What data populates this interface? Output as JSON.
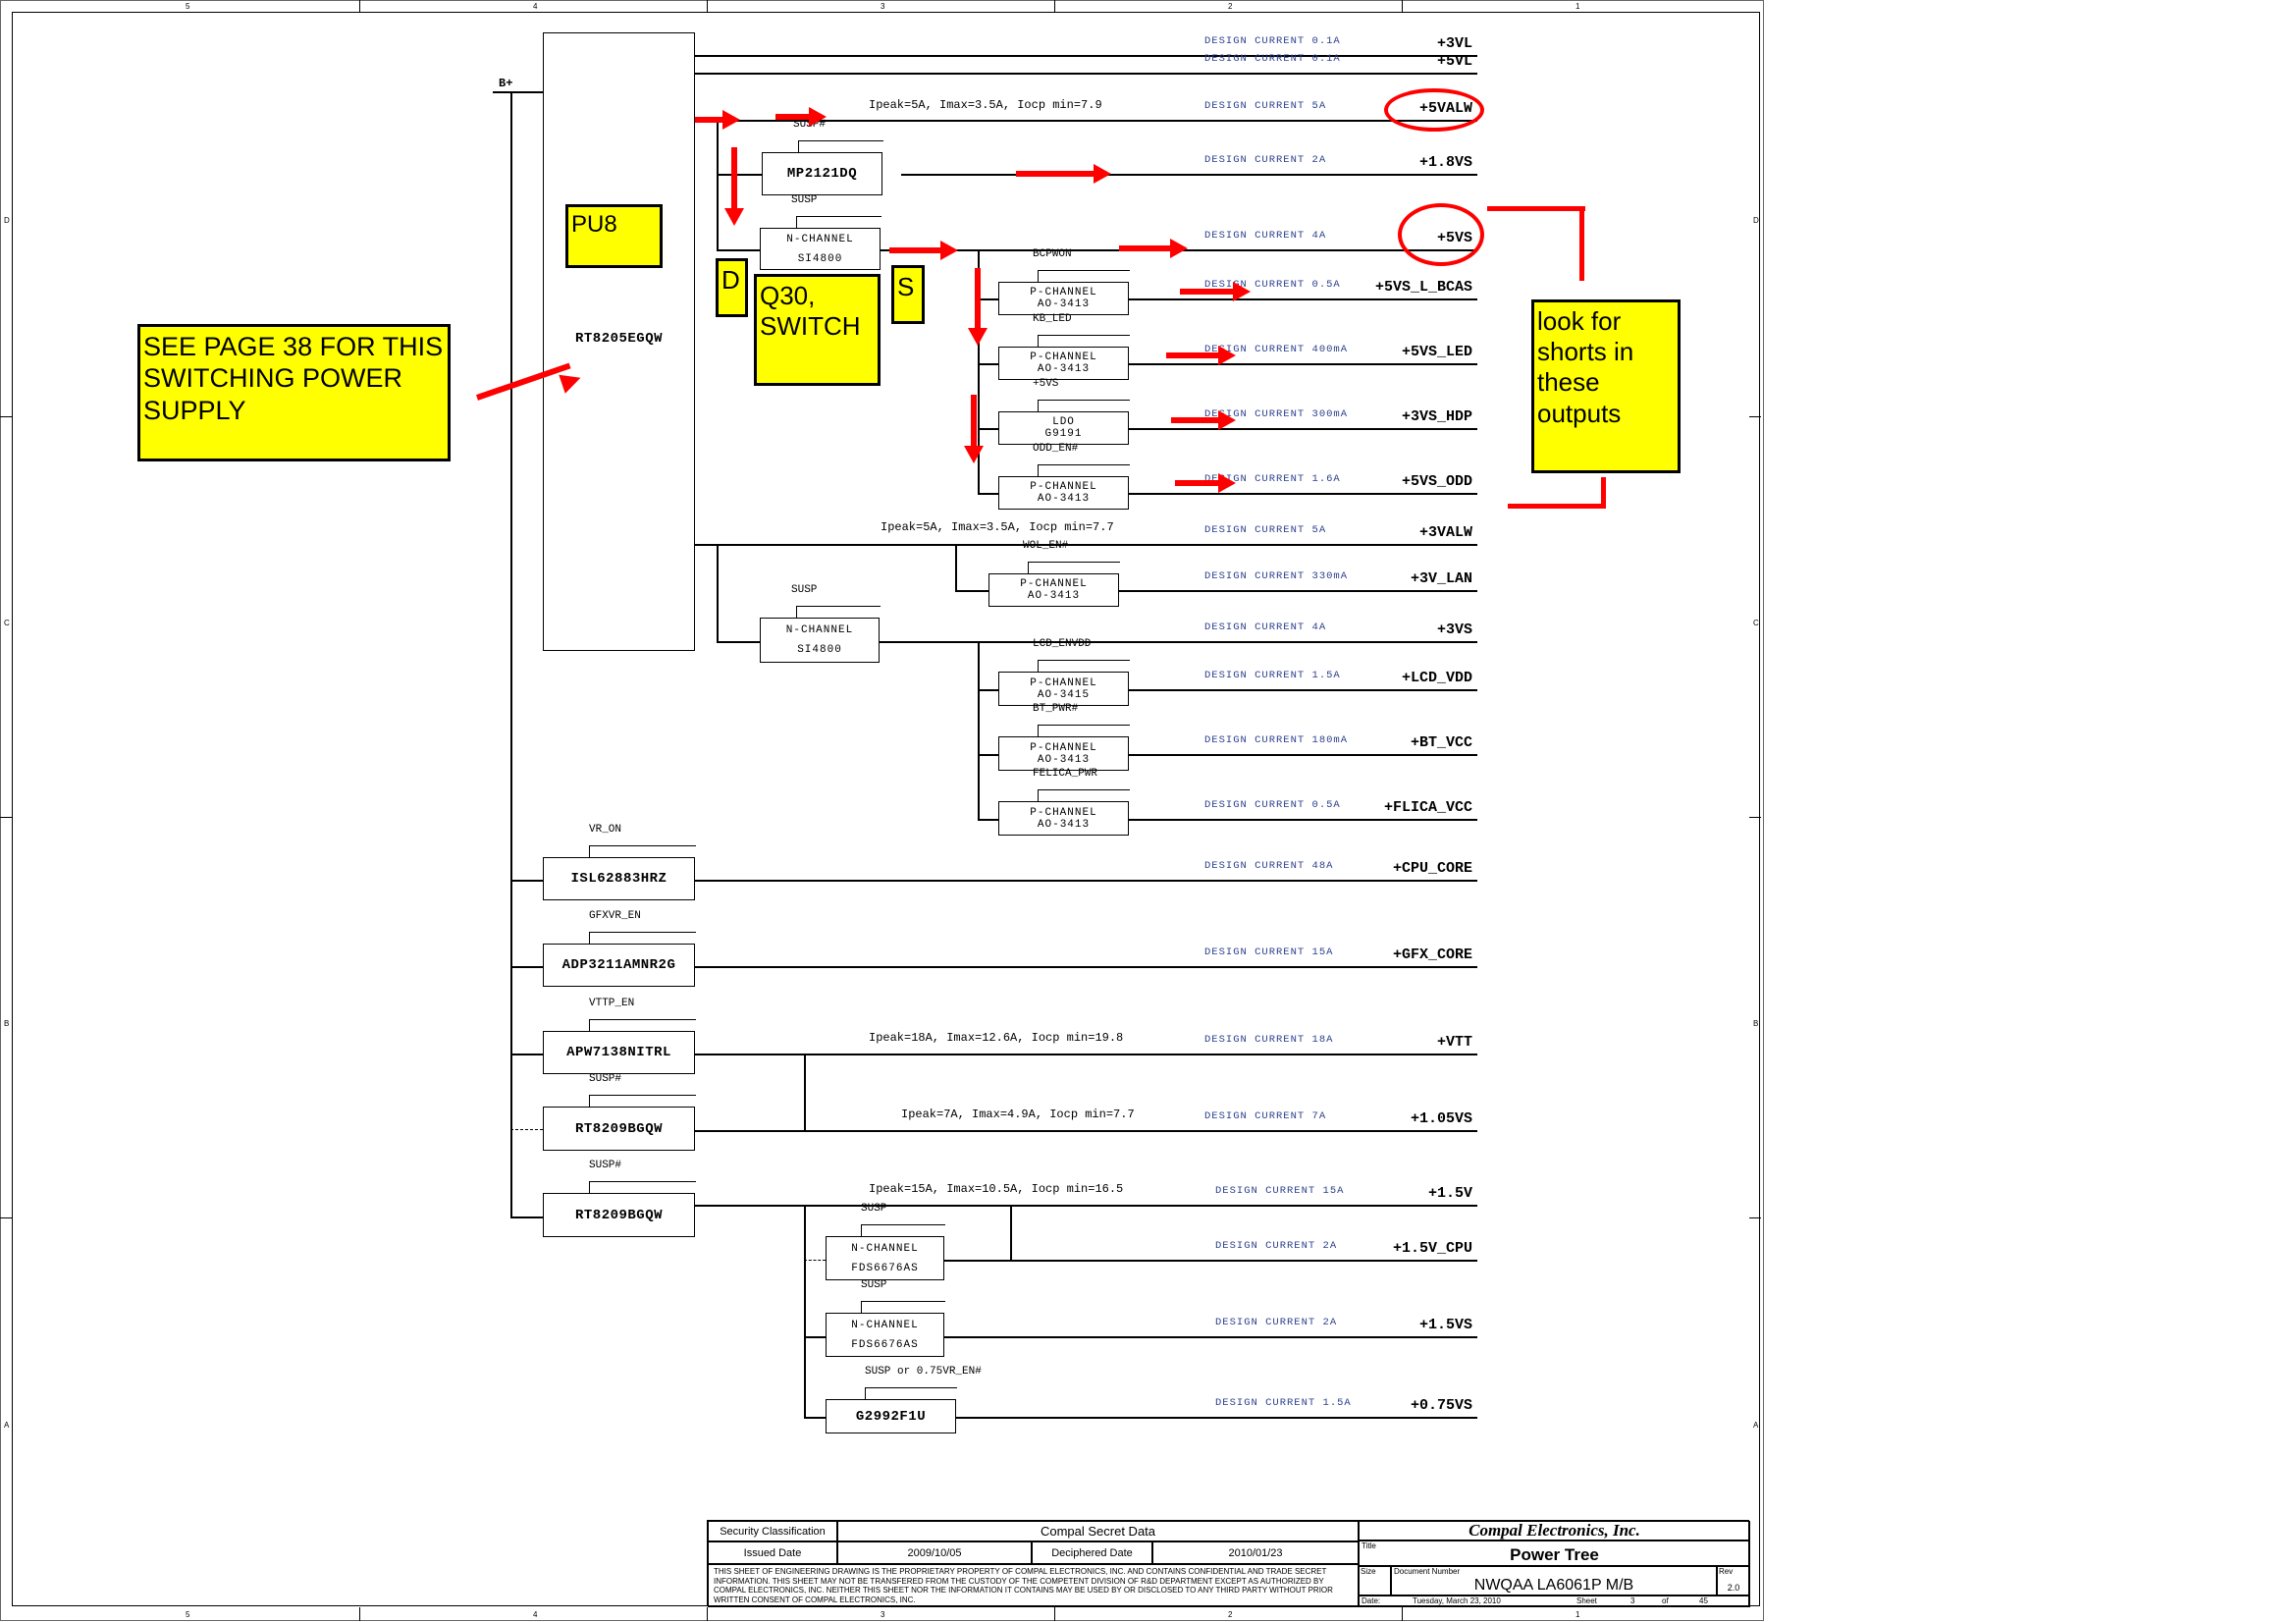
{
  "power_source": "B+",
  "rails": [
    {
      "net": "+3VL",
      "design_current": "DESIGN CURRENT 0.1A"
    },
    {
      "net": "+5VL",
      "design_current": "DESIGN CURRENT 0.1A"
    },
    {
      "net": "+5VALW",
      "design_current": "DESIGN CURRENT 5A"
    },
    {
      "net": "+1.8VS",
      "design_current": "DESIGN CURRENT 2A"
    },
    {
      "net": "+5VS",
      "design_current": "DESIGN CURRENT 4A"
    },
    {
      "net": "+5VS_L_BCAS",
      "design_current": "DESIGN CURRENT 0.5A"
    },
    {
      "net": "+5VS_LED",
      "design_current": "DESIGN CURRENT 400mA"
    },
    {
      "net": "+3VS_HDP",
      "design_current": "DESIGN CURRENT 300mA"
    },
    {
      "net": "+5VS_ODD",
      "design_current": "DESIGN CURRENT 1.6A"
    },
    {
      "net": "+3VALW",
      "design_current": "DESIGN CURRENT 5A"
    },
    {
      "net": "+3V_LAN",
      "design_current": "DESIGN CURRENT 330mA"
    },
    {
      "net": "+3VS",
      "design_current": "DESIGN CURRENT 4A"
    },
    {
      "net": "+LCD_VDD",
      "design_current": "DESIGN CURRENT 1.5A"
    },
    {
      "net": "+BT_VCC",
      "design_current": "DESIGN CURRENT 180mA"
    },
    {
      "net": "+FLICA_VCC",
      "design_current": "DESIGN CURRENT 0.5A"
    },
    {
      "net": "+CPU_CORE",
      "design_current": "DESIGN CURRENT 48A"
    },
    {
      "net": "+GFX_CORE",
      "design_current": "DESIGN CURRENT 15A"
    },
    {
      "net": "+VTT",
      "design_current": "DESIGN CURRENT 18A"
    },
    {
      "net": "+1.05VS",
      "design_current": "DESIGN CURRENT 7A"
    },
    {
      "net": "+1.5V",
      "design_current": "DESIGN CURRENT 15A"
    },
    {
      "net": "+1.5V_CPU",
      "design_current": "DESIGN CURRENT 2A"
    },
    {
      "net": "+1.5VS",
      "design_current": "DESIGN CURRENT 2A"
    },
    {
      "net": "+0.75VS",
      "design_current": "DESIGN CURRENT 1.5A"
    }
  ],
  "ipeak_notes": [
    "Ipeak=5A, Imax=3.5A, Iocp min=7.9",
    "Ipeak=5A, Imax=3.5A, Iocp min=7.7",
    "Ipeak=18A, Imax=12.6A, Iocp min=19.8",
    "Ipeak=7A, Imax=4.9A, Iocp min=7.7",
    "Ipeak=15A, Imax=10.5A, Iocp min=16.5"
  ],
  "components": [
    {
      "lines": [
        "RT8205EGQW"
      ],
      "enable": null
    },
    {
      "lines": [
        "MP2121DQ"
      ],
      "enable": "SUSP#"
    },
    {
      "lines": [
        "N-CHANNEL",
        "SI4800"
      ],
      "enable": "SUSP"
    },
    {
      "lines": [
        "P-CHANNEL",
        "AO-3413"
      ],
      "enable": "BCPWON"
    },
    {
      "lines": [
        "P-CHANNEL",
        "AO-3413"
      ],
      "enable": "KB_LED"
    },
    {
      "lines": [
        "LDO",
        "G9191"
      ],
      "enable": "+5VS"
    },
    {
      "lines": [
        "P-CHANNEL",
        "AO-3413"
      ],
      "enable": "ODD_EN#"
    },
    {
      "lines": [
        "P-CHANNEL",
        "AO-3413"
      ],
      "enable": "WOL_EN#"
    },
    {
      "lines": [
        "N-CHANNEL",
        "SI4800"
      ],
      "enable": "SUSP"
    },
    {
      "lines": [
        "P-CHANNEL",
        "AO-3415"
      ],
      "enable": "LCD_ENVDD"
    },
    {
      "lines": [
        "P-CHANNEL",
        "AO-3413"
      ],
      "enable": "BT_PWR#"
    },
    {
      "lines": [
        "P-CHANNEL",
        "AO-3413"
      ],
      "enable": "FELICA_PWR"
    },
    {
      "lines": [
        "ISL62883HRZ"
      ],
      "enable": "VR_ON"
    },
    {
      "lines": [
        "ADP3211AMNR2G"
      ],
      "enable": "GFXVR_EN"
    },
    {
      "lines": [
        "APW7138NITRL"
      ],
      "enable": "VTTP_EN"
    },
    {
      "lines": [
        "RT8209BGQW"
      ],
      "enable": "SUSP#"
    },
    {
      "lines": [
        "RT8209BGQW"
      ],
      "enable": "SUSP#"
    },
    {
      "lines": [
        "N-CHANNEL",
        "FDS6676AS"
      ],
      "enable": "SUSP"
    },
    {
      "lines": [
        "N-CHANNEL",
        "FDS6676AS"
      ],
      "enable": "SUSP"
    },
    {
      "lines": [
        "G2992F1U"
      ],
      "enable": "SUSP or 0.75VR_EN#"
    }
  ],
  "annotations": {
    "pu8": "PU8",
    "drain": "D",
    "source": "S",
    "q30": "Q30, SWITCH",
    "see_page": "SEE PAGE 38 FOR THIS SWITCHING POWER SUPPLY",
    "look_for": "look for shorts in these outputs"
  },
  "zones": {
    "columns": [
      "5",
      "4",
      "3",
      "2",
      "1"
    ],
    "rows": [
      "D",
      "C",
      "B",
      "A"
    ]
  },
  "title_block": {
    "security_label": "Security Classification",
    "security_value": "Compal Secret Data",
    "issued_label": "Issued Date",
    "issued_value": "2009/10/05",
    "deciphered_label": "Deciphered Date",
    "deciphered_value": "2010/01/23",
    "disclaimer": "THIS SHEET OF ENGINEERING DRAWING IS THE PROPRIETARY PROPERTY OF COMPAL ELECTRONICS, INC. AND CONTAINS CONFIDENTIAL AND TRADE SECRET INFORMATION. THIS SHEET MAY NOT BE TRANSFERED FROM THE CUSTODY OF THE COMPETENT DIVISION OF R&D DEPARTMENT EXCEPT AS AUTHORIZED BY COMPAL ELECTRONICS, INC. NEITHER THIS SHEET NOR THE INFORMATION IT CONTAINS MAY BE USED BY OR DISCLOSED TO ANY THIRD PARTY WITHOUT PRIOR WRITTEN CONSENT OF COMPAL ELECTRONICS, INC.",
    "company": "Compal Electronics, Inc.",
    "title_label": "Title",
    "title": "Power Tree",
    "size_label": "Size",
    "doc_label": "Document Number",
    "doc_number": "NWQAA LA6061P M/B",
    "rev_label": "Rev",
    "rev": "2.0",
    "date_label": "Date:",
    "date": "Tuesday, March 23, 2010",
    "sheet_label": "Sheet",
    "sheet": "3",
    "of_label": "of",
    "sheet_total": "45"
  },
  "colors": {
    "annotation_fill": "#ffff00",
    "highlight": "#ff0000",
    "design_current_text": "#2b3f8c"
  }
}
